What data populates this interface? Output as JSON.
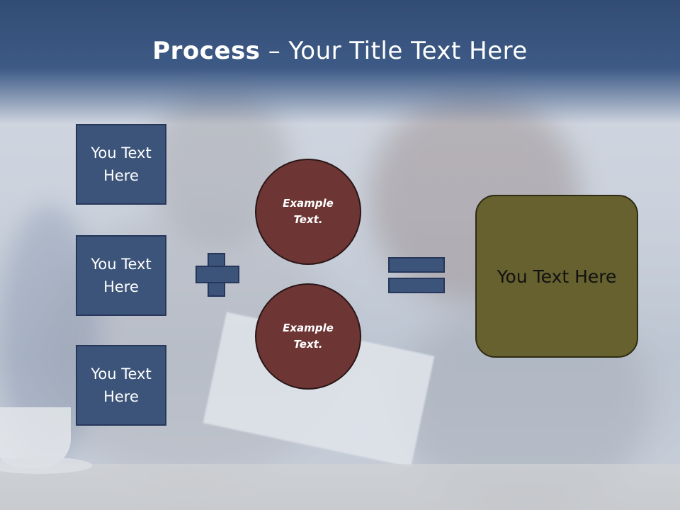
{
  "slide": {
    "title_bold": "Process",
    "title_rest": " – Your Title Text Here"
  },
  "left_boxes": [
    {
      "label": "You Text Here"
    },
    {
      "label": "You Text Here"
    },
    {
      "label": "You Text Here"
    }
  ],
  "operators": {
    "plus": "plus-icon",
    "equals": "equals-icon"
  },
  "circles": [
    {
      "label": "Example Text."
    },
    {
      "label": "Example Text."
    }
  ],
  "result_box": {
    "label": "You Text Here"
  },
  "colors": {
    "header": "#3d5a86",
    "box_fill": "#3c5479",
    "circle_fill": "#6e3535",
    "result_fill": "#66612f"
  }
}
